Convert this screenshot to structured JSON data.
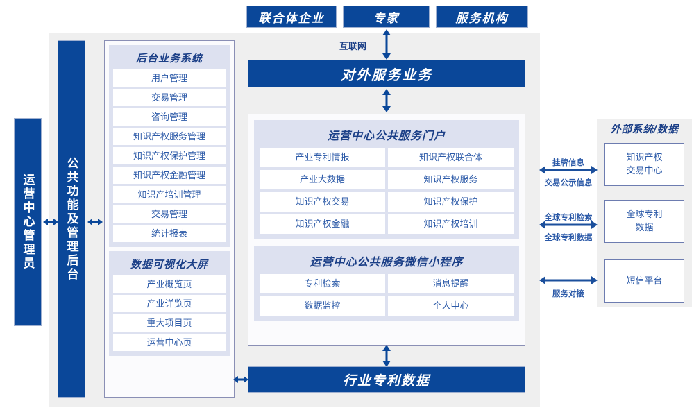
{
  "diagram": {
    "title_roles": [
      {
        "label": "联合体企业"
      },
      {
        "label": "专家"
      },
      {
        "label": "服务机构"
      }
    ],
    "colors": {
      "primary_blue": "#0a4799",
      "panel_grey": "#efefef",
      "group_lavender": "#dde1f0",
      "card_text_blue": "#2c5aa8",
      "title_blue": "#1b3f87",
      "border_blue": "#8a8fb5"
    },
    "left": {
      "operator_bar": "运营中心管理员",
      "backend_bar": "公共功能及管理后台",
      "groups": [
        {
          "title": "后台业务系统",
          "items": [
            "用户管理",
            "交易管理",
            "咨询管理",
            "知识产权服务管理",
            "知识产权保护管理",
            "知识产权金融管理",
            "知识产培训管理",
            "交易管理",
            "统计报表"
          ]
        },
        {
          "title": "数据可视化大屏",
          "items": [
            "产业概览页",
            "产业详览页",
            "重大项目页",
            "运营中心页"
          ]
        }
      ]
    },
    "middle": {
      "header_bar": "对外服务业务",
      "internet_label": "互联网",
      "portal": {
        "title": "运营中心公共服务门户",
        "items": [
          "产业专利情报",
          "知识产权联合体",
          "产业大数据",
          "知识产权服务",
          "知识产权交易",
          "知识产权保护",
          "知识产权金融",
          "知识产权培训"
        ]
      },
      "miniprogram": {
        "title": "运营中心公共服务微信小程序",
        "items": [
          "专利检索",
          "消息提醒",
          "数据监控",
          "个人中心"
        ]
      },
      "bottom_bar": "行业专利数据"
    },
    "right": {
      "title": "外部系统/数据",
      "boxes": [
        {
          "line1": "知识产权",
          "line2": "交易中心"
        },
        {
          "line1": "全球专利",
          "line2": "数据"
        },
        {
          "line1": "短信平台",
          "line2": ""
        }
      ],
      "connector_labels": [
        {
          "above": "挂牌信息",
          "below": "交易公示信息"
        },
        {
          "above": "全球专利检索",
          "below": "全球专利数据"
        },
        {
          "above": "",
          "below": "服务对接"
        }
      ]
    }
  }
}
